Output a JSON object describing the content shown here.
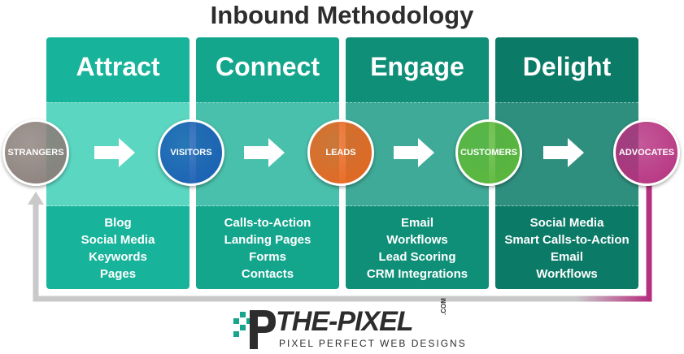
{
  "title": "Inbound Methodology",
  "stages": [
    {
      "name": "Attract",
      "items": [
        "Blog",
        "Social Media",
        "Keywords",
        "Pages"
      ],
      "colors": {
        "head": "#17b39a",
        "band": "#5bd6c1",
        "foot": "#17b39a"
      }
    },
    {
      "name": "Connect",
      "items": [
        "Calls-to-Action",
        "Landing Pages",
        "Forms",
        "Contacts"
      ],
      "colors": {
        "head": "#14a68d",
        "band": "#49c0ab",
        "foot": "#14a68d"
      }
    },
    {
      "name": "Engage",
      "items": [
        "Email",
        "Workflows",
        "Lead Scoring",
        "CRM Integrations"
      ],
      "colors": {
        "head": "#0f8f78",
        "band": "#3faa97",
        "foot": "#0f8f78"
      }
    },
    {
      "name": "Delight",
      "items": [
        "Social Media",
        "Smart Calls-to-Action",
        "Email",
        "Workflows"
      ],
      "colors": {
        "head": "#0b7a66",
        "band": "#2f8f7e",
        "foot": "#0b7a66"
      }
    }
  ],
  "milestones": [
    {
      "label": "STRANGERS",
      "color": "#8a7f7a"
    },
    {
      "label": "VISITORS",
      "color": "#1a5fb4"
    },
    {
      "label": "LEADS",
      "color": "#e8661e"
    },
    {
      "label": "CUSTOMERS",
      "color": "#5cb83a"
    },
    {
      "label": "ADVOCATES",
      "color": "#b5307f"
    }
  ],
  "arrow_icon": "right-arrow-icon",
  "loop": {
    "color_start": "#b5307f",
    "color_end": "#c9c9c9",
    "icon": "loop-back-arrow-icon"
  },
  "logo": {
    "brand": "THE-PIXEL",
    "tld": ".COM",
    "tagline": "PIXEL PERFECT WEB DESIGNS",
    "accent": "#17a58c",
    "icon": "pixel-p-logo-icon"
  }
}
